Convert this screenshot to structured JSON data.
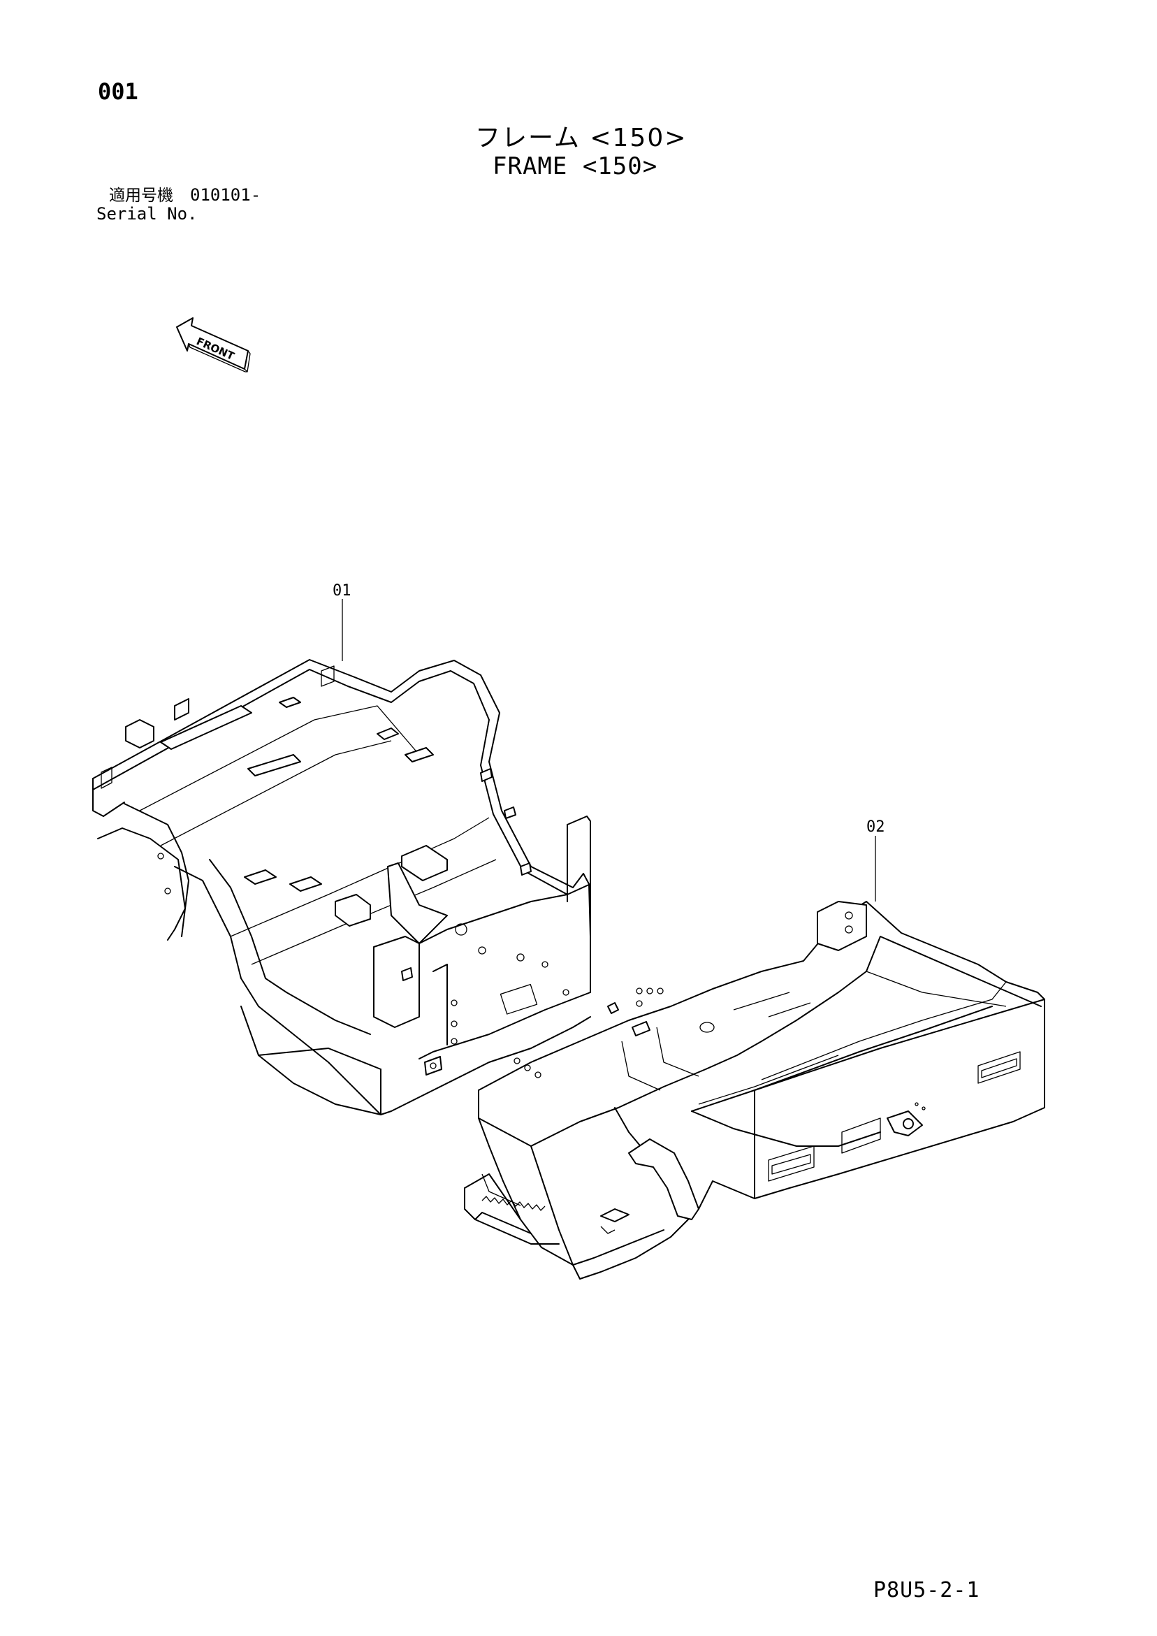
{
  "page_number": "001",
  "title": {
    "jp": "フレーム <150>",
    "en": "FRAME <150>"
  },
  "serial": {
    "label_jp": "適用号機",
    "value": "010101-",
    "label_en": "Serial No."
  },
  "front_indicator": "FRONT",
  "callouts": [
    {
      "id": "01"
    },
    {
      "id": "02"
    }
  ],
  "footer_code": "P8U5-2-1",
  "icons": [
    "front-arrow-icon"
  ],
  "colors": {
    "ink": "#000000",
    "paper": "#ffffff"
  }
}
